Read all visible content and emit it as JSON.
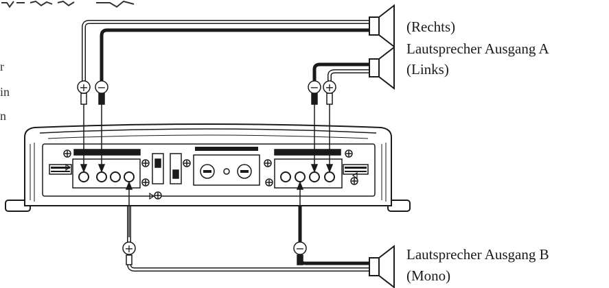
{
  "labels": {
    "right": "(Rechts)",
    "output_a": "Lautsprecher Ausgang A",
    "left": "(Links)",
    "output_b": "Lautsprecher Ausgang B",
    "mono": "(Mono)"
  },
  "polarity": {
    "plus": "+",
    "minus": "−"
  },
  "edge_text": [
    "r",
    "in",
    "n"
  ],
  "colors": {
    "line": "#1a1a1a",
    "grey_wire": "#8a8a8a",
    "panel": "#ffffff"
  }
}
